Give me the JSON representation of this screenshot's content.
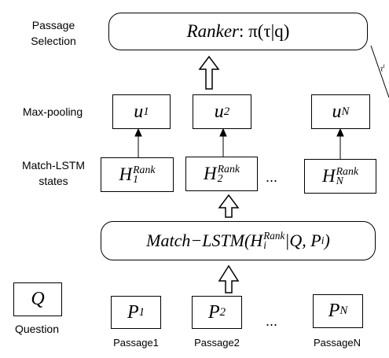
{
  "labels": {
    "passage_selection": [
      "Passage",
      "Selection"
    ],
    "max_pooling": "Max-pooling",
    "match_lstm_states": [
      "Match-LSTM",
      "states"
    ],
    "question": "Question"
  },
  "ranker": {
    "name": "Ranker",
    "formula_rest": ": π(τ|q)"
  },
  "pooled": [
    {
      "base": "u",
      "sub": "1"
    },
    {
      "base": "u",
      "sub": "2"
    },
    {
      "base": "u",
      "sub": "N"
    }
  ],
  "states": [
    {
      "base": "H",
      "sup": "Rank",
      "sub": "1"
    },
    {
      "base": "H",
      "sup": "Rank",
      "sub": "2"
    },
    {
      "base": "H",
      "sup": "Rank",
      "sub": "N"
    }
  ],
  "match_lstm": {
    "prefix": "Match−LSTM(",
    "h": "H",
    "h_sup": "Rank",
    "h_sub": "i",
    "middle": "|Q, P",
    "p_sub": "i",
    "suffix": ")"
  },
  "question_box": "Q",
  "passages": [
    {
      "base": "P",
      "sub": "1",
      "label": "Passage1"
    },
    {
      "base": "P",
      "sub": "2",
      "label": "Passage2"
    },
    {
      "base": "P",
      "sub": "N",
      "label": "PassageN"
    }
  ],
  "ellipsis": "...",
  "edge_label": "τ",
  "edge_label_sup": "t"
}
